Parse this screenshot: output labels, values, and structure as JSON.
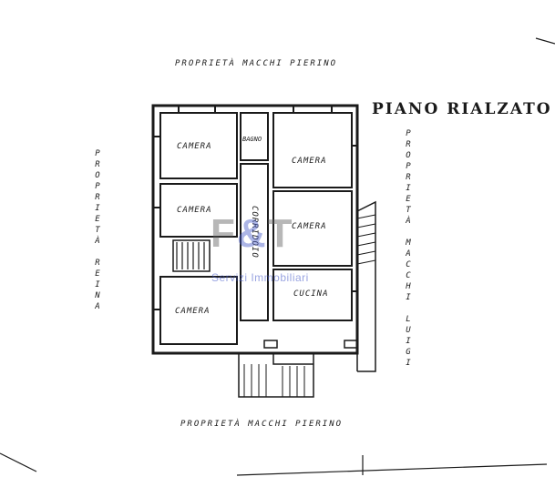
{
  "title": "PIANO RIALZATO",
  "neighbors": {
    "top": "PROPRIETÀ MACCHI PIERINO",
    "bottom": "PROPRIETÀ MACCHI PIERINO",
    "left": "PROPRIETÀ REINA",
    "right": "PROPRIETÀ MACCHI LUIGI"
  },
  "rooms": {
    "camera_1": "CAMERA",
    "bagno": "BAGNO",
    "camera_2": "CAMERA",
    "camera_3": "CAMERA",
    "corridoio": "CORRIDOIO",
    "camera_4": "CAMERA",
    "cucina": "CUCINA",
    "camera_5": "CAMERA"
  },
  "watermark": {
    "logo": "F&T",
    "logo_f": "F",
    "logo_amp": "&",
    "logo_t": "T",
    "subtitle": "Servizi Immobiliari"
  },
  "colors": {
    "ink": "#1a1a1a",
    "watermark_grey": "#5f5f5f",
    "watermark_blue": "#4658c8"
  }
}
